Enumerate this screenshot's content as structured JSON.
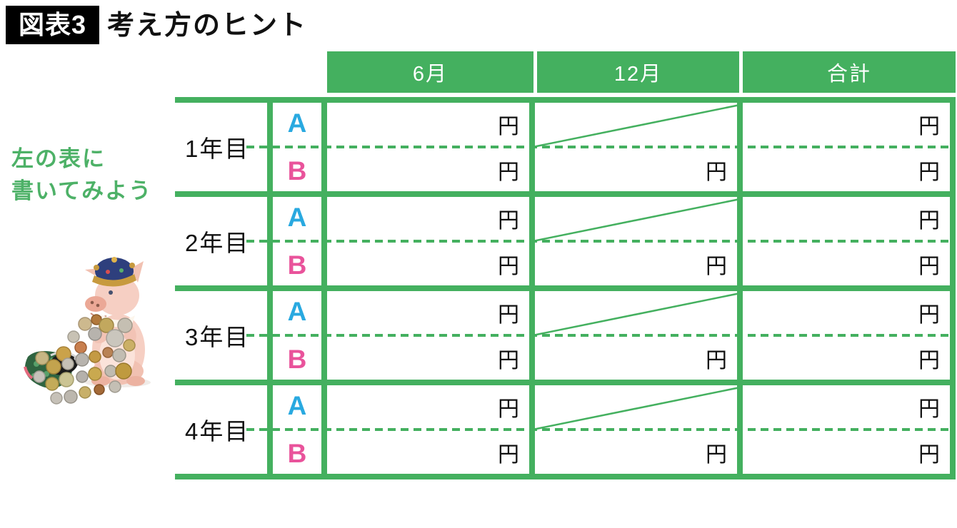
{
  "title": {
    "badge": "図表3",
    "text": "考え方のヒント"
  },
  "hint": {
    "line1": "左の表に",
    "line2": "書いてみよう"
  },
  "illustration": {
    "name": "piggy-bank-with-coin-purse-and-scattered-coins-photo"
  },
  "colors": {
    "green": "#44b05f",
    "hint": "#4db167",
    "label_a": "#29a9e0",
    "label_b": "#e9539b",
    "title_bg": "#000000",
    "title_fg": "#ffffff"
  },
  "table": {
    "columns": [
      "6月",
      "12月",
      "合計"
    ],
    "unit": "円",
    "rows": [
      {
        "year_label": "1年目",
        "row_a": {
          "label": "A",
          "june": "円",
          "december": "",
          "december_crossed": true,
          "total": "円"
        },
        "row_b": {
          "label": "B",
          "june": "円",
          "december": "円",
          "total": "円"
        }
      },
      {
        "year_label": "2年目",
        "row_a": {
          "label": "A",
          "june": "円",
          "december": "",
          "december_crossed": true,
          "total": "円"
        },
        "row_b": {
          "label": "B",
          "june": "円",
          "december": "円",
          "total": "円"
        }
      },
      {
        "year_label": "3年目",
        "row_a": {
          "label": "A",
          "june": "円",
          "december": "",
          "december_crossed": true,
          "total": "円"
        },
        "row_b": {
          "label": "B",
          "june": "円",
          "december": "円",
          "total": "円"
        }
      },
      {
        "year_label": "4年目",
        "row_a": {
          "label": "A",
          "june": "円",
          "december": "",
          "december_crossed": true,
          "total": "円"
        },
        "row_b": {
          "label": "B",
          "june": "円",
          "december": "円",
          "total": "円"
        }
      }
    ]
  }
}
